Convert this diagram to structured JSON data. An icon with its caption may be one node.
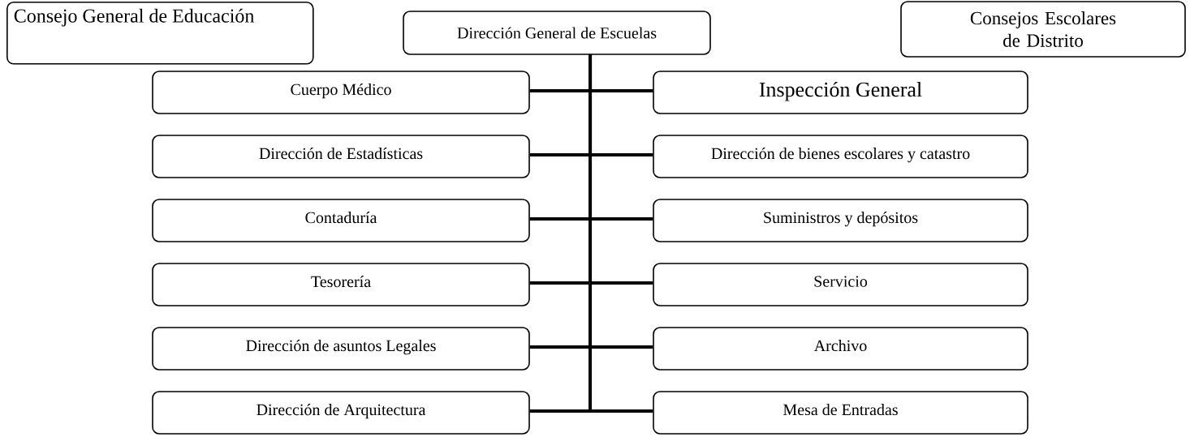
{
  "diagram": {
    "nodes": [
      {
        "text": [
          "Consejo General de Educación"
        ]
      },
      {
        "text": [
          "Dirección General de Escuelas"
        ]
      },
      {
        "text": [
          "Consejos Escolares de Distrito"
        ]
      },
      {
        "text": [
          "Cuerpo Médico"
        ]
      },
      {
        "text": [
          "Inspección General"
        ]
      },
      {
        "text": [
          "Dirección de Estadísticas"
        ]
      },
      {
        "text": [
          "Dirección de bienes escolares y catastro"
        ]
      },
      {
        "text": [
          "Contaduría"
        ]
      },
      {
        "text": [
          "Suministros y depósitos"
        ]
      },
      {
        "text": [
          "Tesorería"
        ]
      },
      {
        "text": [
          "Servicio"
        ]
      },
      {
        "text": [
          "Dirección de asuntos Legales"
        ]
      },
      {
        "text": [
          "Archivo"
        ]
      },
      {
        "text": [
          "Dirección de Arquitectura"
        ]
      },
      {
        "text": [
          "Mesa de Entradas"
        ]
      }
    ],
    "edges": [
      {
        "from": 1,
        "to": 3,
        "arrow": "none"
      },
      {
        "from": 1,
        "to": 4,
        "arrow": "none"
      },
      {
        "from": 1,
        "to": 5,
        "arrow": "none"
      },
      {
        "from": 1,
        "to": 6,
        "arrow": "none"
      },
      {
        "from": 1,
        "to": 7,
        "arrow": "none"
      },
      {
        "from": 1,
        "to": 8,
        "arrow": "none"
      },
      {
        "from": 1,
        "to": 9,
        "arrow": "none"
      },
      {
        "from": 1,
        "to": 10,
        "arrow": "none"
      },
      {
        "from": 1,
        "to": 11,
        "arrow": "none"
      },
      {
        "from": 1,
        "to": 12,
        "arrow": "none"
      },
      {
        "from": 1,
        "to": 13,
        "arrow": "none"
      },
      {
        "from": 1,
        "to": 14,
        "arrow": "none"
      }
    ]
  }
}
